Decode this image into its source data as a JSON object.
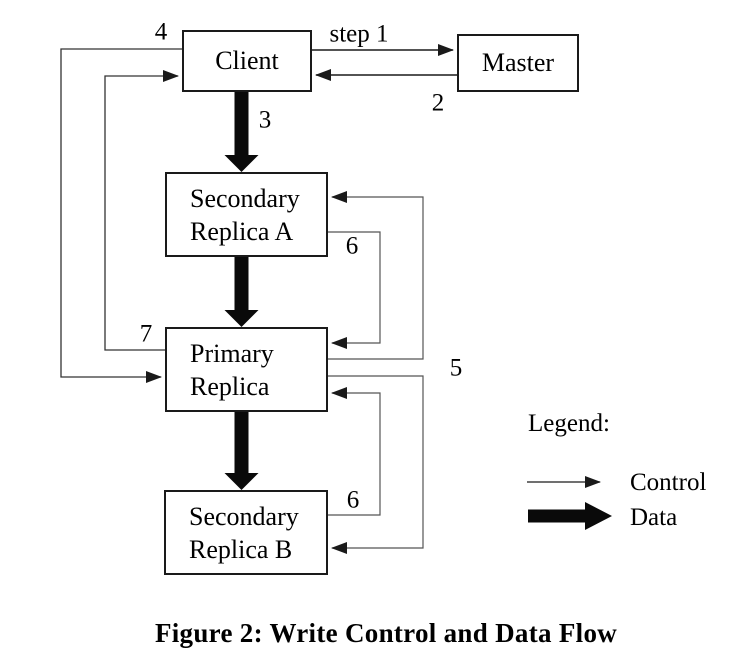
{
  "diagram": {
    "caption": "Figure 2: Write Control and Data Flow",
    "nodes": {
      "client": {
        "label": "Client"
      },
      "master": {
        "label": "Master"
      },
      "secondary_a": {
        "line1": "Secondary",
        "line2": "Replica A"
      },
      "primary": {
        "line1": "Primary",
        "line2": "Replica"
      },
      "secondary_b": {
        "line1": "Secondary",
        "line2": "Replica B"
      }
    },
    "step_labels": {
      "step1": "step 1",
      "step2": "2",
      "step3": "3",
      "step4": "4",
      "step5": "5",
      "step6a": "6",
      "step6b": "6",
      "step7": "7"
    },
    "legend": {
      "title": "Legend:",
      "control_label": "Control",
      "data_label": "Data"
    },
    "edges": [
      {
        "from": "Client",
        "to": "Master",
        "type": "control",
        "label": "step 1"
      },
      {
        "from": "Master",
        "to": "Client",
        "type": "control",
        "label": "2"
      },
      {
        "from": "Client",
        "to": "Secondary Replica A",
        "type": "data",
        "label": "3"
      },
      {
        "from": "Client",
        "to": "Primary Replica",
        "type": "control",
        "label": "4"
      },
      {
        "from": "Primary Replica",
        "to": "Secondary Replica A",
        "type": "control",
        "label": "5"
      },
      {
        "from": "Primary Replica",
        "to": "Secondary Replica B",
        "type": "control",
        "label": "5"
      },
      {
        "from": "Secondary Replica A",
        "to": "Primary Replica",
        "type": "control",
        "label": "6"
      },
      {
        "from": "Secondary Replica B",
        "to": "Primary Replica",
        "type": "control",
        "label": "6"
      },
      {
        "from": "Secondary Replica A",
        "to": "Primary Replica",
        "type": "data",
        "label": ""
      },
      {
        "from": "Primary Replica",
        "to": "Secondary Replica B",
        "type": "data",
        "label": ""
      },
      {
        "from": "Primary Replica",
        "to": "Client",
        "type": "control",
        "label": "7"
      }
    ],
    "colors": {
      "line": "#1a1a1a",
      "background": "#ffffff",
      "text": "#000000"
    }
  }
}
